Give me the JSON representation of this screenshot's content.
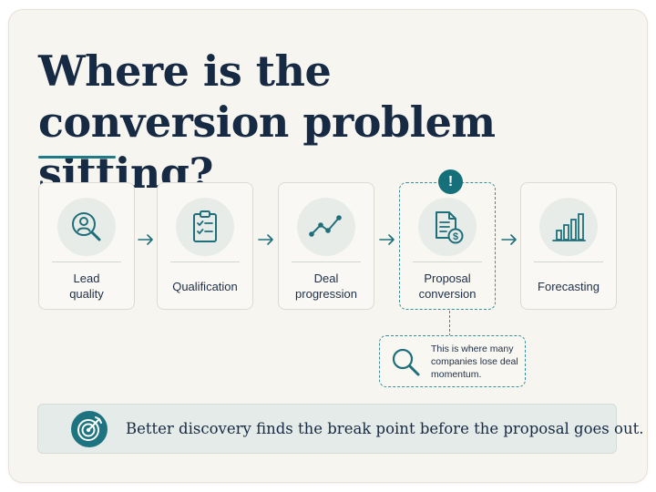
{
  "title_lines": [
    "Where is the",
    "conversion problem sitting?"
  ],
  "steps": [
    {
      "label": "Lead\nquality",
      "icon": "lead-quality-search-person-icon"
    },
    {
      "label": "Qualification",
      "icon": "clipboard-checklist-icon"
    },
    {
      "label": "Deal\nprogression",
      "icon": "line-trend-icon"
    },
    {
      "label": "Proposal\nconversion",
      "icon": "document-dollar-icon",
      "highlighted": true
    },
    {
      "label": "Forecasting",
      "icon": "bar-chart-icon"
    }
  ],
  "alert_badge": "!",
  "callout": {
    "text": "This is where many companies lose deal momentum.",
    "icon": "magnifier-icon"
  },
  "banner": {
    "text": "Better discovery finds the break point before the proposal goes out.",
    "icon": "target-arrow-icon"
  },
  "colors": {
    "navy": "#172a44",
    "teal": "#1f7a86",
    "background": "#f7f5f0"
  }
}
